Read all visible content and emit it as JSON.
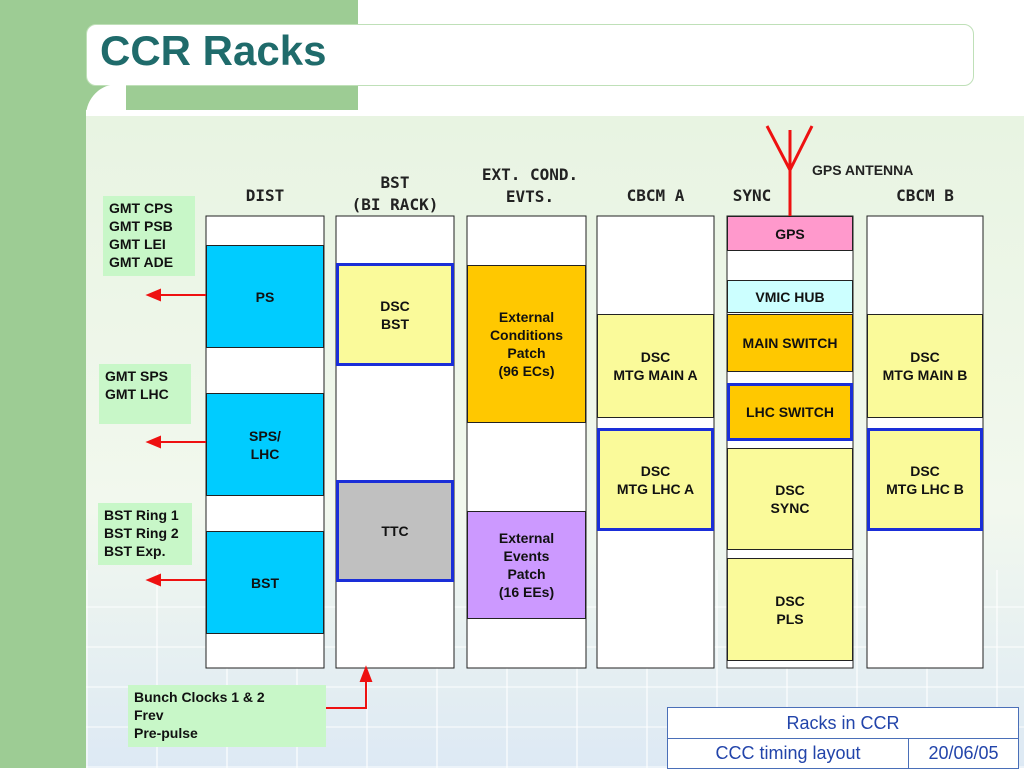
{
  "title": "CCR Racks",
  "racks": {
    "dist": {
      "title": "DIST",
      "boxes": [
        "PS",
        "SPS/\nLHC",
        "BST"
      ]
    },
    "bst": {
      "title": "BST\n(BI RACK)",
      "boxes": [
        "DSC\nBST",
        "TTC"
      ]
    },
    "ext": {
      "title": "EXT. COND.\nEVTS.",
      "boxes": [
        "External\nConditions\nPatch\n(96 ECs)",
        "External\nEvents\nPatch\n(16 EEs)"
      ]
    },
    "cbcm_a": {
      "title": "CBCM A",
      "boxes": [
        "DSC\nMTG MAIN A",
        "DSC\nMTG LHC A"
      ]
    },
    "sync": {
      "title": "SYNC",
      "boxes": [
        "GPS",
        "VMIC HUB",
        "MAIN SWITCH",
        "LHC SWITCH",
        "DSC\nSYNC",
        "DSC\nPLS"
      ]
    },
    "cbcm_b": {
      "title": "CBCM B",
      "boxes": [
        "DSC\nMTG MAIN B",
        "DSC\nMTG LHC B"
      ]
    }
  },
  "gps_antenna": "GPS ANTENNA",
  "labels": {
    "gmt_cps": "GMT CPS\nGMT PSB\nGMT LEI\nGMT ADE",
    "gmt_sps": "GMT SPS\nGMT LHC",
    "bst_ring": "BST Ring 1\nBST Ring 2\nBST Exp.",
    "bunch": "Bunch Clocks 1 & 2\nFrev\nPre-pulse"
  },
  "footer": {
    "title": "Racks in CCR",
    "subtitle": "CCC timing layout",
    "date": "20/06/05"
  },
  "colors": {
    "cyan": "#00ccff",
    "light_yellow": "#fafa9a",
    "orange": "#ffc800",
    "gray": "#c0c0c0",
    "lavender": "#cc99ff",
    "pink": "#ff99cc",
    "light_cyan": "#ccffff",
    "arrow_red": "#ee1111",
    "highlight_blue": "#1a2ed8",
    "label_green": "#c8f7c8",
    "title_teal": "#1f6b6b"
  }
}
